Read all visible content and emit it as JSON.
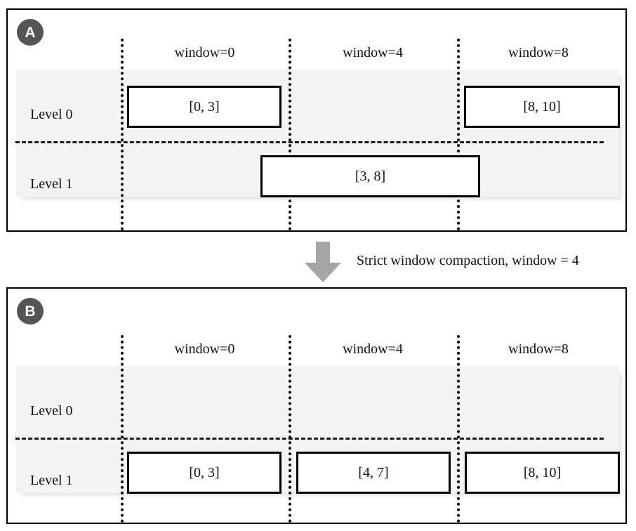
{
  "panels": [
    {
      "badge": "A",
      "window_headers": [
        "window=0",
        "window=4",
        "window=8"
      ],
      "level_labels": [
        "Level 0",
        "Level 1"
      ],
      "runs": {
        "level0": [
          "[0, 3]",
          "[8, 10]"
        ],
        "level1": [
          "[3, 8]"
        ]
      }
    },
    {
      "badge": "B",
      "window_headers": [
        "window=0",
        "window=4",
        "window=8"
      ],
      "level_labels": [
        "Level 0",
        "Level 1"
      ],
      "runs": {
        "level0": [],
        "level1": [
          "[0, 3]",
          "[4, 7]",
          "[8, 10]"
        ]
      }
    }
  ],
  "transition": {
    "caption": "Strict window compaction, window = 4",
    "arrow_icon": "arrow-down-icon",
    "arrow_color": "#a6a6a6"
  },
  "colors": {
    "band": "#f4f4f4",
    "badge": "#555555",
    "border": "#000000",
    "text": "#111111"
  }
}
